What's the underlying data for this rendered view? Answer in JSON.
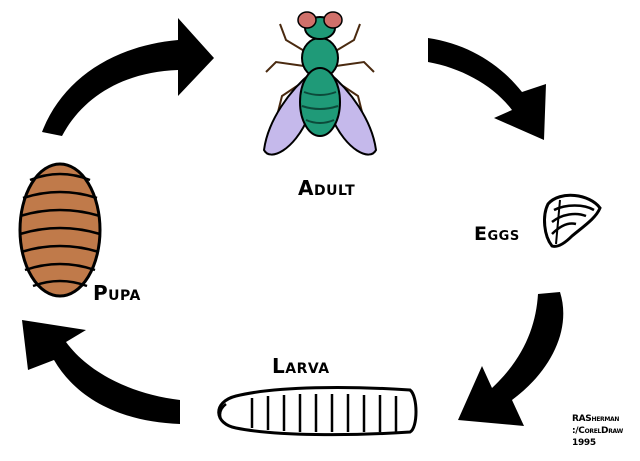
{
  "stages": {
    "adult": "Adult",
    "eggs": "Eggs",
    "larva": "Larva",
    "pupa": "Pupa"
  },
  "credit": {
    "line1": "RASherman",
    "line2": ":/CorelDraw",
    "line3": "1995"
  },
  "colors": {
    "arrow": "#000000",
    "pupa_fill": "#c07a4a",
    "fly_body": "#1f9a78",
    "fly_eyes": "#d0706a",
    "fly_wings": "#b6a8e6"
  }
}
